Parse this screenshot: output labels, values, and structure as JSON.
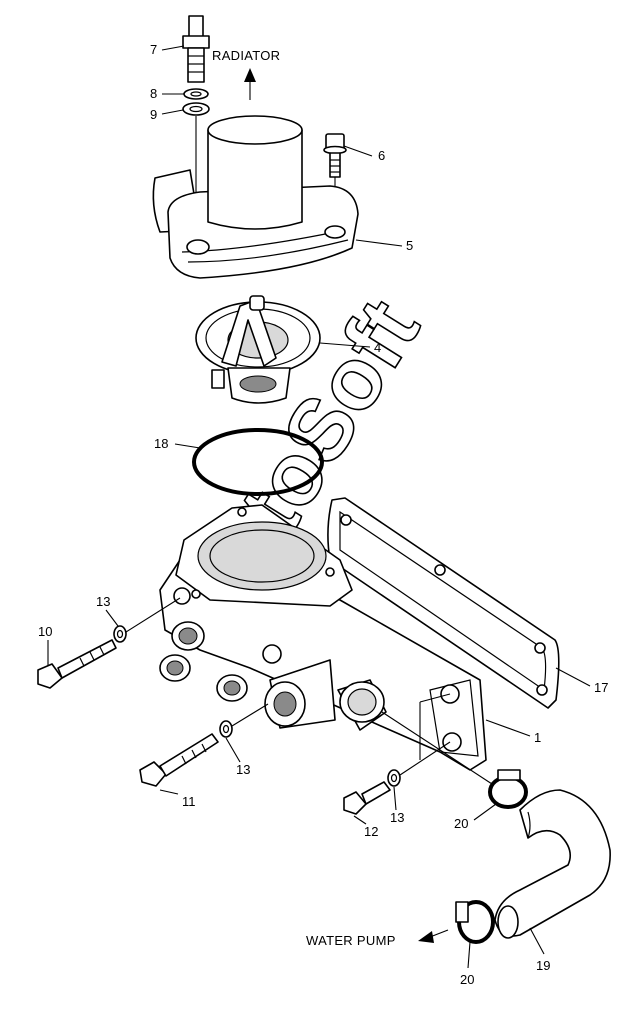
{
  "diagram": {
    "captions": {
      "radiator": "RADIATOR",
      "water_pump": "WATER PUMP"
    },
    "watermark": "AutoSoft",
    "callouts": {
      "c1": "1",
      "c4": "4",
      "c5": "5",
      "c6": "6",
      "c7": "7",
      "c8": "8",
      "c9": "9",
      "c10": "10",
      "c11": "11",
      "c12": "12",
      "c13a": "13",
      "c13b": "13",
      "c13c": "13",
      "c17": "17",
      "c18": "18",
      "c19": "19",
      "c20a": "20",
      "c20b": "20"
    },
    "line_color": "#000000",
    "background": "#ffffff"
  }
}
